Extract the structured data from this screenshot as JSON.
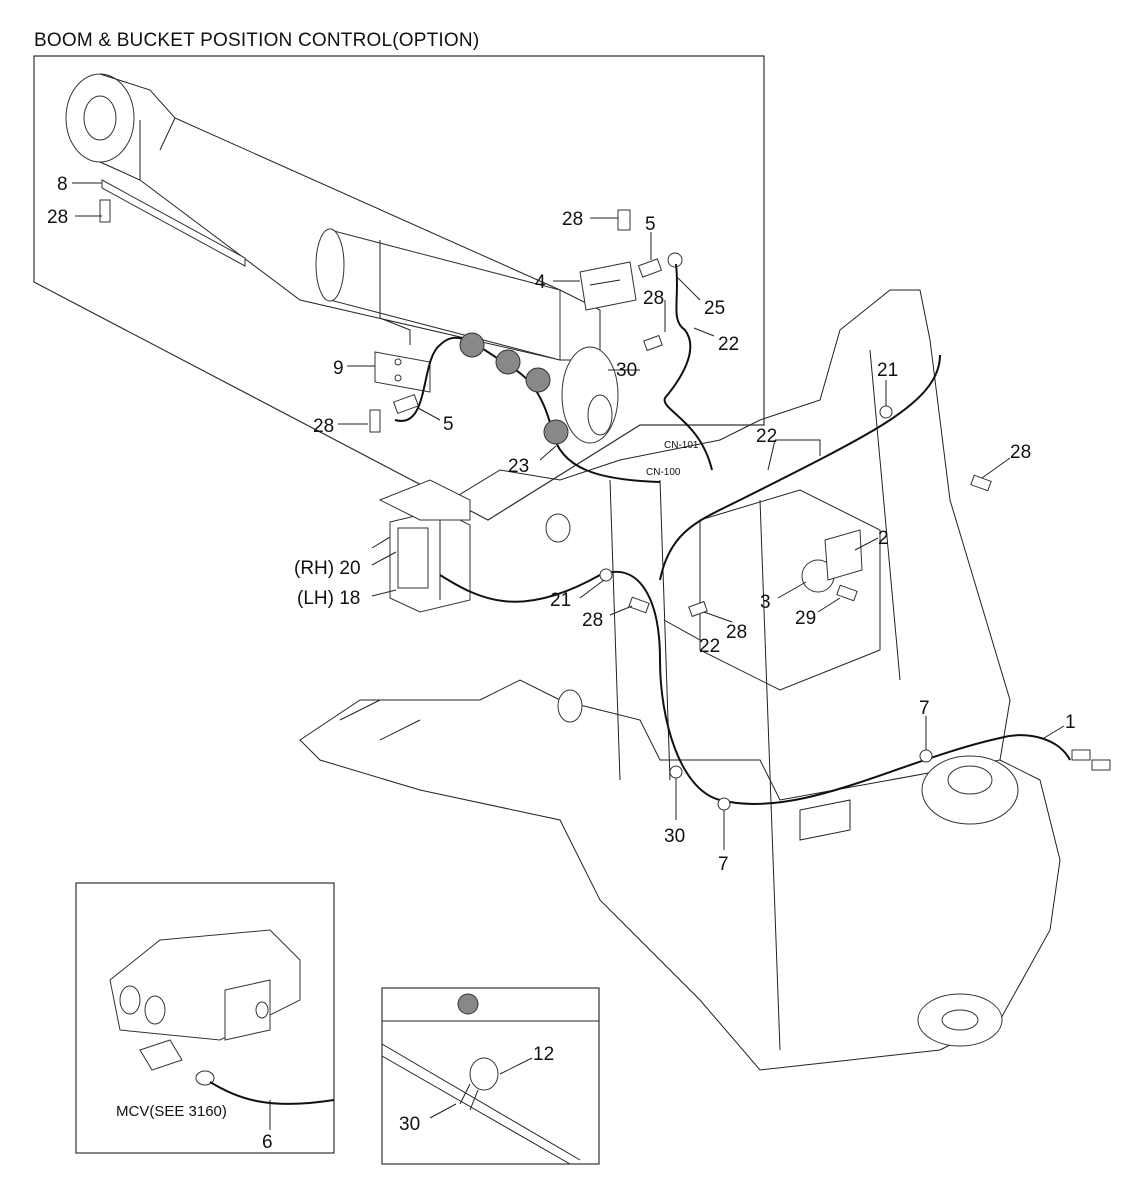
{
  "title": "BOOM & BUCKET POSITION CONTROL(OPTION)",
  "callouts": {
    "c1": "1",
    "c2": "2",
    "c3": "3",
    "c4": "4",
    "c5a": "5",
    "c5b": "5",
    "c7a": "7",
    "c7b": "7",
    "c8": "8",
    "c9": "9",
    "c20": "(RH) 20",
    "c18": "(LH) 18",
    "c21a": "21",
    "c21b": "21",
    "c22a": "22",
    "c22b": "22",
    "c22c": "22",
    "c23": "23",
    "c25": "25",
    "c28a": "28",
    "c28b": "28",
    "c28c": "28",
    "c28d": "28",
    "c28e": "28",
    "c28f": "28",
    "c29": "29",
    "c30a": "30",
    "c30b": "30"
  },
  "connectors": {
    "cn101": "CN-101",
    "cn100": "CN-100"
  },
  "inset_mcv": {
    "note": "MCV(SEE 3160)",
    "callout": "6"
  },
  "inset_clamp": {
    "callout_12": "12",
    "callout_30": "30"
  },
  "colors": {
    "line": "#222222",
    "dot_fill": "#888888"
  }
}
